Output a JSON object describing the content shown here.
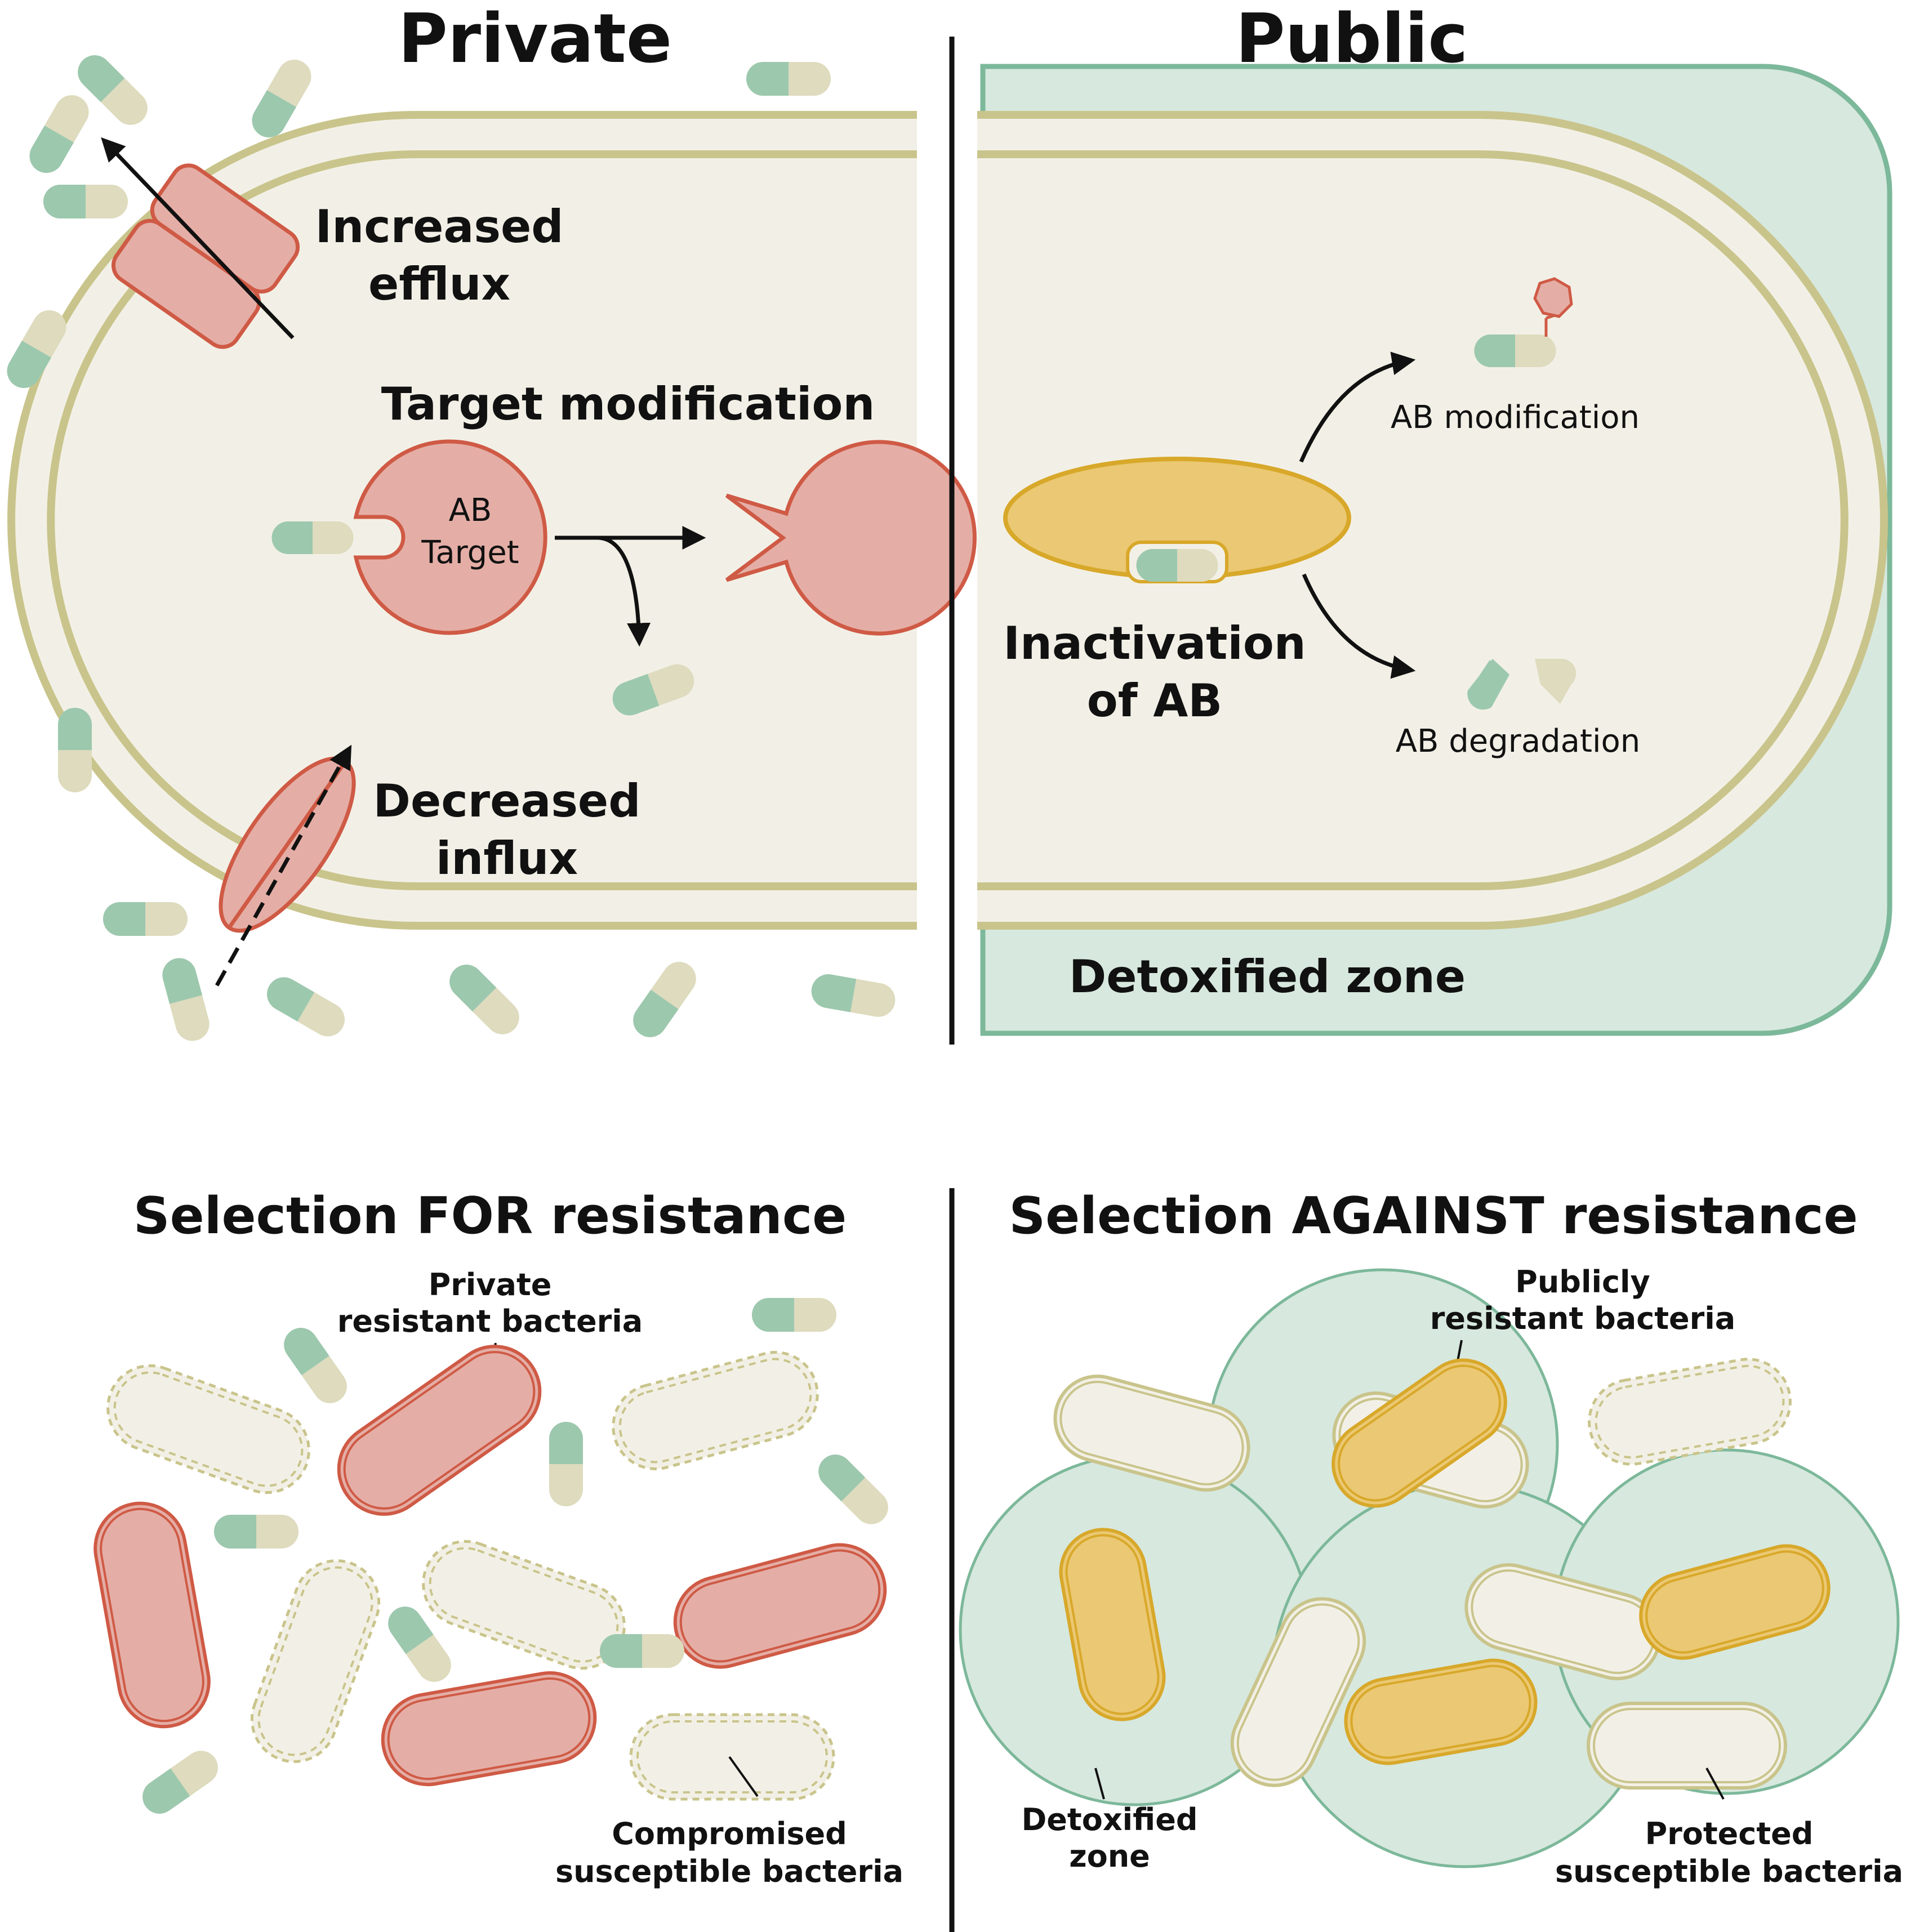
{
  "colors": {
    "cytoplasm": "#f2f0e6",
    "membrane": "#c9c48b",
    "green": "#9cc8ae",
    "beige": "#dedbbe",
    "red_fill": "#e4aea6",
    "red_stroke": "#cf5a45",
    "orange_fill": "#ebc873",
    "orange_stroke": "#d8a82a",
    "zone_fill": "#d7e8de",
    "zone_stroke": "#7cb89a",
    "text": "#111111"
  },
  "top": {
    "private": {
      "title": "Private",
      "efflux": [
        "Increased",
        "efflux"
      ],
      "target_modification": "Target modification",
      "target_label": [
        "AB",
        "Target"
      ],
      "influx": [
        "Decreased",
        "influx"
      ]
    },
    "public": {
      "title": "Public",
      "inactivation": [
        "Inactivation",
        "of AB"
      ],
      "ab_modification": "AB modification",
      "ab_degradation": "AB degradation",
      "detoxified_zone": "Detoxified zone"
    }
  },
  "bottom": {
    "for": {
      "title": "Selection FOR resistance",
      "private_resistant": [
        "Private",
        "resistant bacteria"
      ],
      "compromised": [
        "Compromised",
        "susceptible bacteria"
      ]
    },
    "against": {
      "title": "Selection AGAINST resistance",
      "publicly_resistant": [
        "Publicly",
        "resistant bacteria"
      ],
      "detoxified": [
        "Detoxified",
        "zone"
      ],
      "protected": [
        "Protected",
        "susceptible bacteria"
      ]
    }
  }
}
